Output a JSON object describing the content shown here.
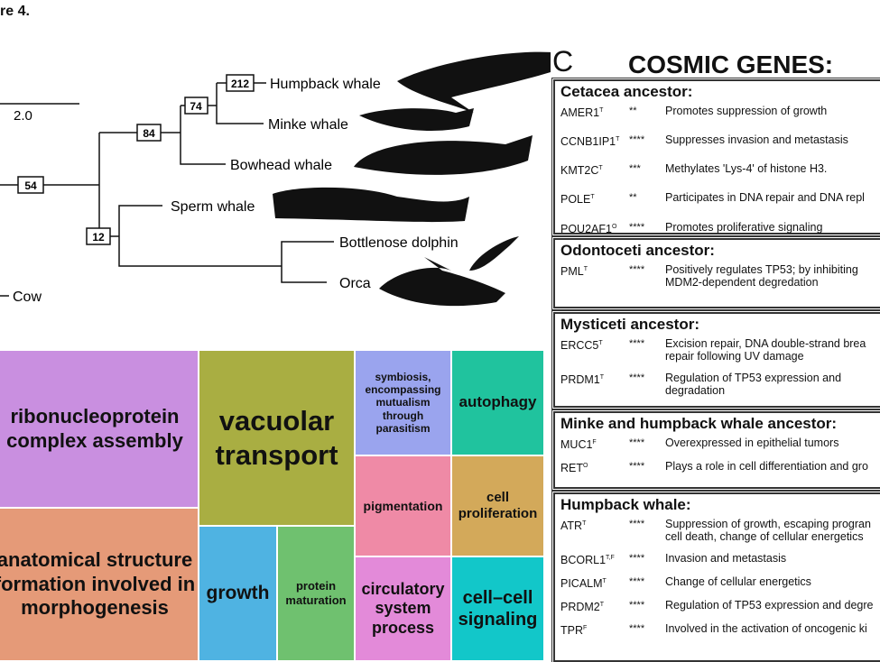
{
  "figure_title": "re 4.",
  "tree": {
    "scale_label": "2.0",
    "nodes": {
      "root": "54",
      "mysticeti": "84",
      "minke_humpback": "74",
      "humpback": "212",
      "odontoceti": "12"
    },
    "taxa": [
      "Humpback whale",
      "Minke whale",
      "Bowhead whale",
      "Sperm whale",
      "Bottlenose dolphin",
      "Orca",
      "Cow"
    ]
  },
  "treemap": [
    {
      "label": "ribonucleoprotein complex assembly",
      "color": "#c98fe0"
    },
    {
      "label": "anatomical structure formation involved in morphogenesis",
      "color": "#e59a78"
    },
    {
      "label": "vacuolar transport",
      "color": "#a9ae42"
    },
    {
      "label": "growth",
      "color": "#4fb3e2"
    },
    {
      "label": "protein maturation",
      "color": "#6fc16f"
    },
    {
      "label": "symbiosis, encompassing mutualism through parasitism",
      "color": "#9aa4ee"
    },
    {
      "label": "autophagy",
      "color": "#20c39e"
    },
    {
      "label": "pigmentation",
      "color": "#ef8aa6"
    },
    {
      "label": "cell proliferation",
      "color": "#d3a95a"
    },
    {
      "label": "circulatory system process",
      "color": "#e38ad9"
    },
    {
      "label": "cell–cell signaling",
      "color": "#12c7c9"
    }
  ],
  "panel_c": {
    "letter": "C",
    "title": "COSMIC GENES:",
    "groups": [
      {
        "title": "Cetacea ancestor:",
        "genes": [
          {
            "gene": "AMER1",
            "sup": "T",
            "sig": "**",
            "desc": "Promotes suppression of growth"
          },
          {
            "gene": "CCNB1IP1",
            "sup": "T",
            "sig": "****",
            "desc": "Suppresses invasion and metastasis"
          },
          {
            "gene": "KMT2C",
            "sup": "T",
            "sig": "***",
            "desc": "Methylates 'Lys-4' of histone H3."
          },
          {
            "gene": "POLE",
            "sup": "T",
            "sig": "**",
            "desc": "Participates in DNA repair and DNA repl"
          },
          {
            "gene": "POU2AF1",
            "sup": "O",
            "sig": "****",
            "desc": "Promotes proliferative signaling"
          }
        ]
      },
      {
        "title": "Odontoceti ancestor:",
        "genes": [
          {
            "gene": "PML",
            "sup": "T",
            "sig": "****",
            "desc": "Positively regulates TP53; by inhibiting",
            "desc2": "MDM2-dependent degredation"
          }
        ]
      },
      {
        "title": "Mysticeti ancestor:",
        "genes": [
          {
            "gene": "ERCC5",
            "sup": "T",
            "sig": "****",
            "desc": "Excision repair, DNA double-strand brea",
            "desc2": "repair following UV damage"
          },
          {
            "gene": "PRDM1",
            "sup": "T",
            "sig": "****",
            "desc": "Regulation of TP53 expression and",
            "desc2": "degradation"
          }
        ]
      },
      {
        "title": "Minke and humpback whale ancestor:",
        "genes": [
          {
            "gene": "MUC1",
            "sup": "F",
            "sig": "****",
            "desc": "Overexpressed in epithelial tumors"
          },
          {
            "gene": "RET",
            "sup": "O",
            "sig": "****",
            "desc": "Plays a role in cell differentiation and gro"
          }
        ]
      },
      {
        "title": "Humpback whale:",
        "genes": [
          {
            "gene": "ATR",
            "sup": "T",
            "sig": "****",
            "desc": "Suppression of growth, escaping progran",
            "desc2": "cell death, change of cellular energetics"
          },
          {
            "gene": "BCORL1",
            "sup": "T,F",
            "sig": "****",
            "desc": "Invasion and metastasis"
          },
          {
            "gene": "PICALM",
            "sup": "T",
            "sig": "****",
            "desc": "Change of cellular energetics"
          },
          {
            "gene": "PRDM2",
            "sup": "T",
            "sig": "****",
            "desc": "Regulation of TP53 expression and degre"
          },
          {
            "gene": "TPR",
            "sup": "F",
            "sig": "****",
            "desc": "Involved in the activation of oncogenic ki"
          }
        ]
      }
    ]
  }
}
